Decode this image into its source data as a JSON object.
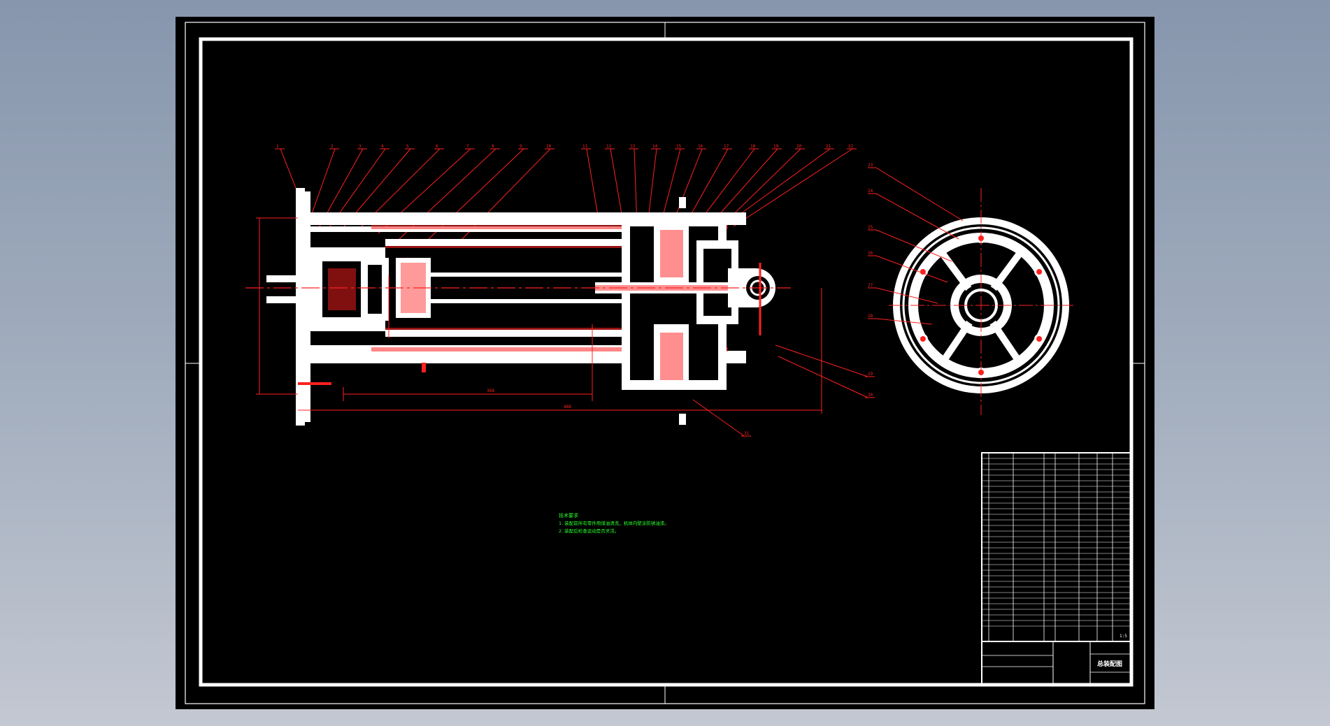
{
  "drawing": {
    "colors": {
      "background": "#000000",
      "part": "#ffffff",
      "annotation": "#ff1a1a",
      "notes": "#2bff2b",
      "viewer_background": "#8f9bb0"
    },
    "balloon_numbers_main": [
      "1",
      "2",
      "3",
      "4",
      "5",
      "6",
      "7",
      "8",
      "9",
      "10",
      "11",
      "12",
      "13",
      "14",
      "15",
      "16",
      "17",
      "18",
      "19",
      "20",
      "21",
      "22"
    ],
    "balloon_numbers_side": [
      "23",
      "24",
      "25",
      "26",
      "27",
      "28"
    ],
    "balloon_numbers_lower": [
      "29",
      "30",
      "31"
    ],
    "dimension_labels": [
      "368",
      "488"
    ],
    "notes": {
      "title": "技术要求",
      "line1": "1. 装配前所有零件用煤油清洗，机体内壁涂防锈油漆。",
      "line2": "2. 装配后检查运动是否灵活。"
    },
    "title_block": {
      "drawing_title": "总装配图",
      "scale": "1:5"
    }
  }
}
